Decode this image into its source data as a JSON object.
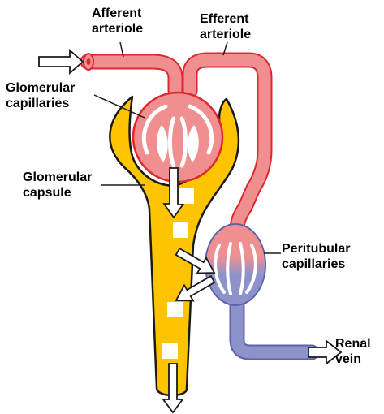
{
  "labels": {
    "afferent": [
      "Afferent",
      "arteriole"
    ],
    "efferent": [
      "Efferent",
      "arteriole"
    ],
    "glomerular_capillaries": [
      "Glomerular",
      "capillaries"
    ],
    "glomerular_capsule": [
      "Glomerular",
      "capsule"
    ],
    "peritubular": [
      "Peritubular",
      "capillaries"
    ],
    "renal_vein": [
      "Renal",
      "vein"
    ]
  },
  "colors": {
    "blood_red": "#f08f8f",
    "red_outline": "#e0262f",
    "blood_blue": "#8e92cb",
    "blue_outline": "#5d62ad",
    "capsule_yellow": "#ffc400",
    "outline": "#1a1a1a",
    "arrow_fill": "#ffffff"
  }
}
